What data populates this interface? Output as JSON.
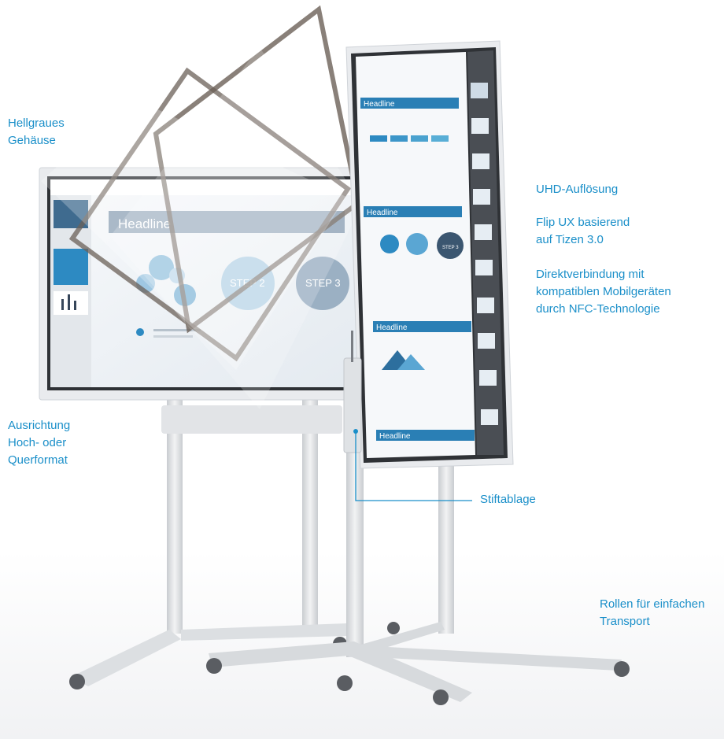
{
  "labels": {
    "housing": [
      "Hellgraues",
      "Gehäuse"
    ],
    "orientation": [
      "Ausrichtung",
      "Hoch- oder",
      "Querformat"
    ],
    "uhd": [
      "UHD-Auflösung"
    ],
    "flip_ux": [
      "Flip UX basierend",
      "auf Tizen 3.0"
    ],
    "nfc": [
      "Direktverbindung mit",
      "kompatiblen Mobilgeräten",
      "durch NFC-Technologie"
    ],
    "pen_tray": [
      "Stiftablage"
    ],
    "wheels": [
      "Rollen für einfachen",
      "Transport"
    ]
  },
  "landscape_screen": {
    "headline": "Headline",
    "step2": "STEP 2",
    "step3": "STEP 3"
  },
  "portrait_screen": {
    "headline_1": "Headline",
    "headline_2": "Headline",
    "headline_3": "Headline",
    "headline_4": "Headline",
    "step_label": "STEP 3"
  },
  "colors": {
    "accent": "#1a8fc9",
    "frame": "#e9ebee",
    "bezel": "#3a3d42",
    "stand": "#d9dcdf"
  }
}
